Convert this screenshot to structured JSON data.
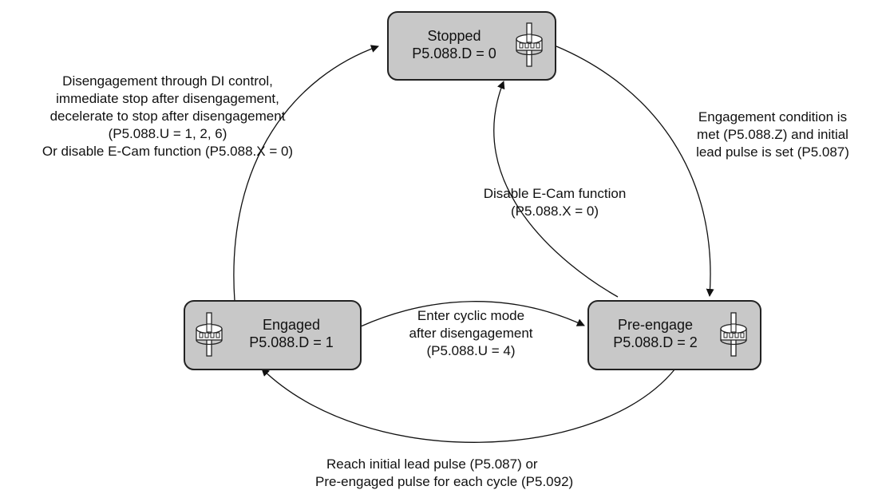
{
  "colors": {
    "box_fill": "#c8c8c8",
    "box_stroke": "#222222",
    "line": "#111111",
    "background": "#ffffff"
  },
  "states": {
    "stopped": {
      "name": "Stopped",
      "value": "P5.088.D = 0",
      "icon": "cam-icon"
    },
    "engaged": {
      "name": "Engaged",
      "value": "P5.088.D = 1",
      "icon": "cam-icon"
    },
    "preengage": {
      "name": "Pre-engage",
      "value": "P5.088.D = 2",
      "icon": "cam-icon"
    }
  },
  "transitions": {
    "disengage": {
      "lines": [
        "Disengagement through DI control,",
        "immediate stop after disengagement,",
        "decelerate to stop after disengagement",
        "(P5.088.U = 1, 2, 6)",
        "Or disable E-Cam function (P5.088.X = 0)"
      ]
    },
    "engagement": {
      "lines": [
        "Engagement condition is",
        "met (P5.088.Z) and initial",
        "lead pulse is set (P5.087)"
      ]
    },
    "disable": {
      "lines": [
        "Disable E-Cam function",
        "(P5.088.X = 0)"
      ]
    },
    "cyclic": {
      "lines": [
        "Enter cyclic mode",
        "after disengagement",
        "(P5.088.U = 4)"
      ]
    },
    "reach": {
      "lines": [
        "Reach initial lead pulse (P5.087) or",
        "Pre-engaged pulse for each cycle (P5.092)"
      ]
    }
  }
}
